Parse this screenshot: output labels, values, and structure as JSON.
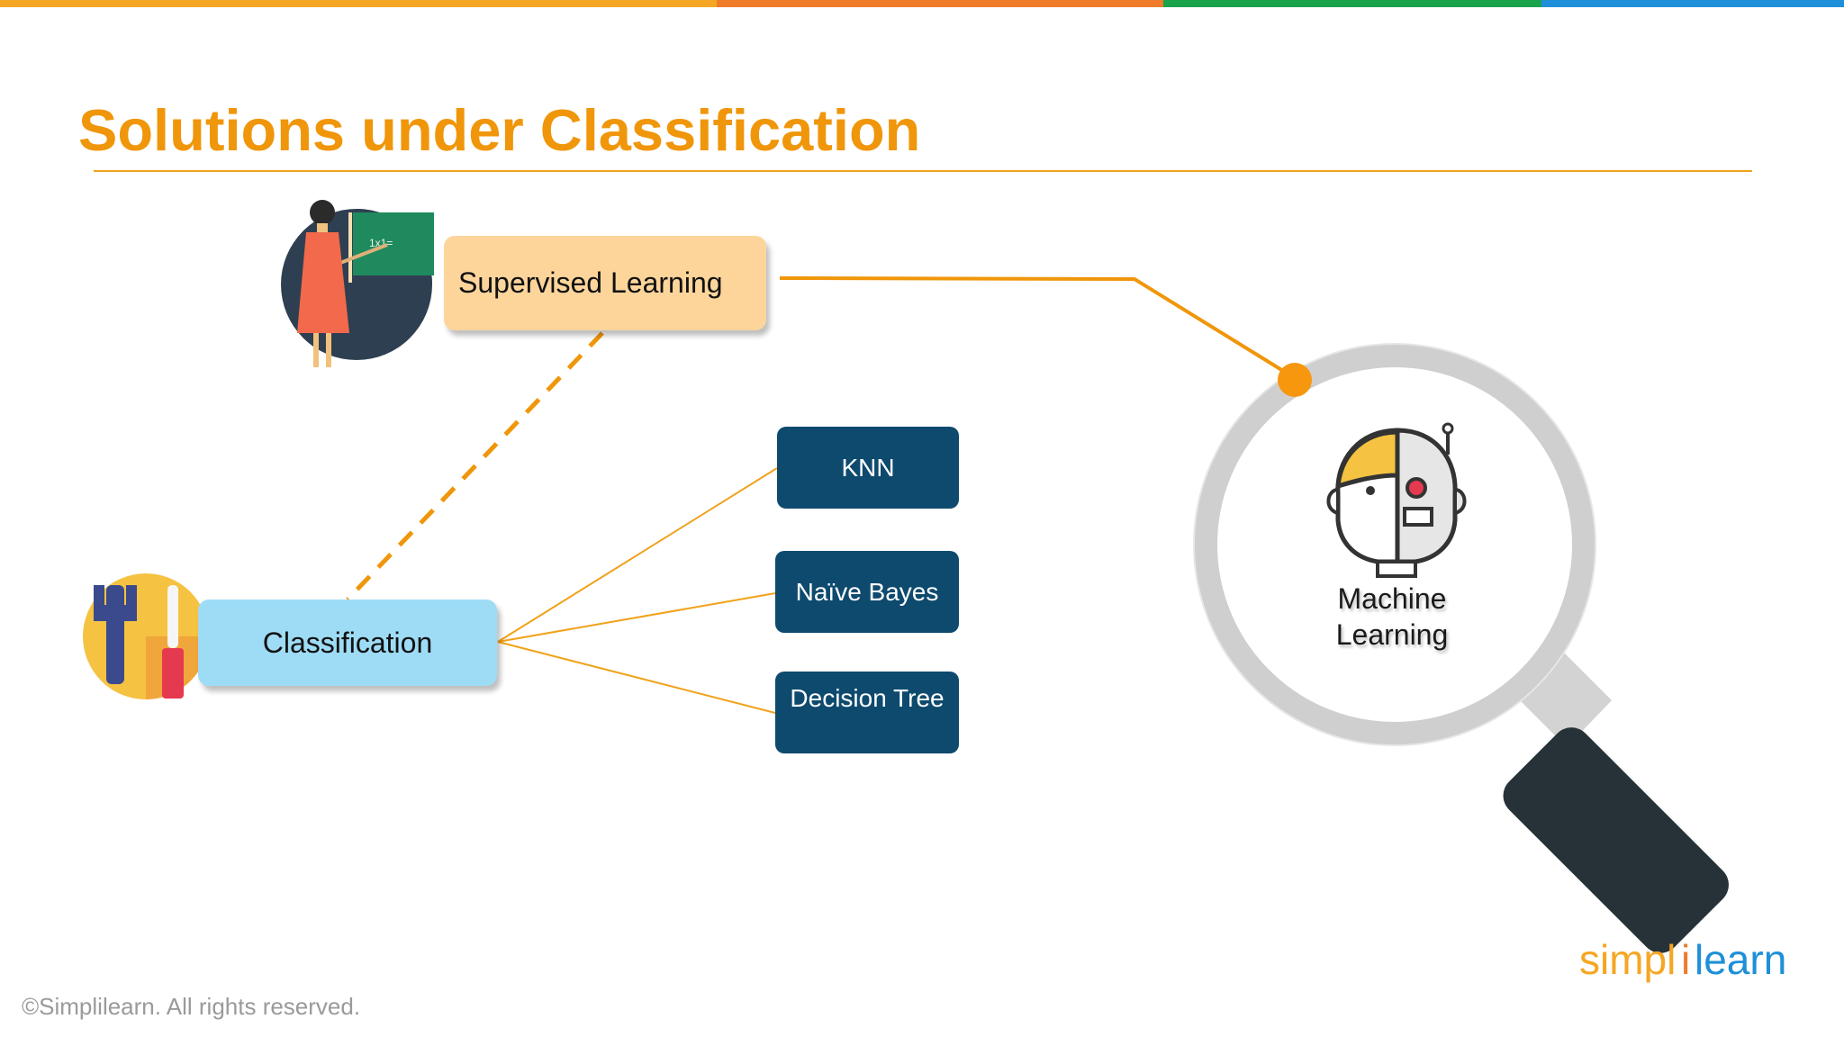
{
  "slide": {
    "title": "Solutions under Classification",
    "footer": "©Simplilearn. All rights reserved.",
    "brand_colors": [
      "#f5a623",
      "#f07b2a",
      "#1aa34a",
      "#1e8fd8"
    ],
    "accent": "#f0960a"
  },
  "nodes": {
    "supervised": {
      "label": "Supervised Learning",
      "icon": "teacher-icon"
    },
    "classification": {
      "label": "Classification",
      "icon": "tools-icon"
    },
    "algorithms": [
      {
        "label": "KNN"
      },
      {
        "label": "Naïve Bayes"
      },
      {
        "label": "Decision Tree"
      }
    ],
    "machine_learning": {
      "line1": "Machine",
      "line2": "Learning",
      "icon": "half-human-half-robot-icon"
    }
  },
  "logo": {
    "part1": "simpl",
    "part2": "i",
    "part3": "learn",
    "icon": "simplilearn-logo"
  }
}
